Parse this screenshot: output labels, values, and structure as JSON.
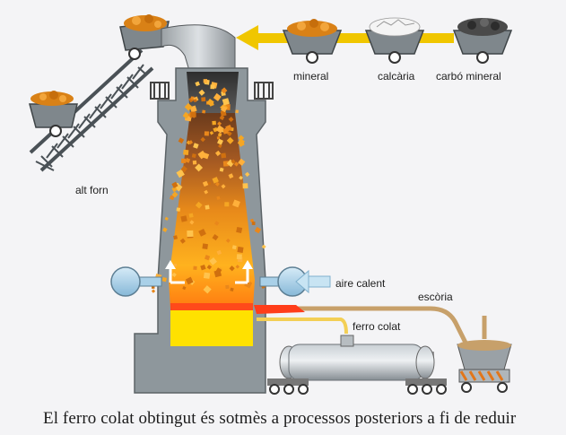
{
  "labels": {
    "mineral": "mineral",
    "calcaria": "calcària",
    "carbo_mineral": "carbó mineral",
    "alt_forn": "alt forn",
    "aire_calent": "aire calent",
    "escoria": "escòria",
    "ferro_colat": "ferro colat"
  },
  "caption": "El ferro colat obtingut és sotmès a processos posteriors a fi de reduir",
  "colors": {
    "furnace_wall": "#8e979c",
    "arrow_yellow": "#f0c600",
    "molten_iron": "#ffe100",
    "slag": "#c7a06a",
    "hot_air": "#a9d0e8",
    "ore": "#e08a17"
  }
}
